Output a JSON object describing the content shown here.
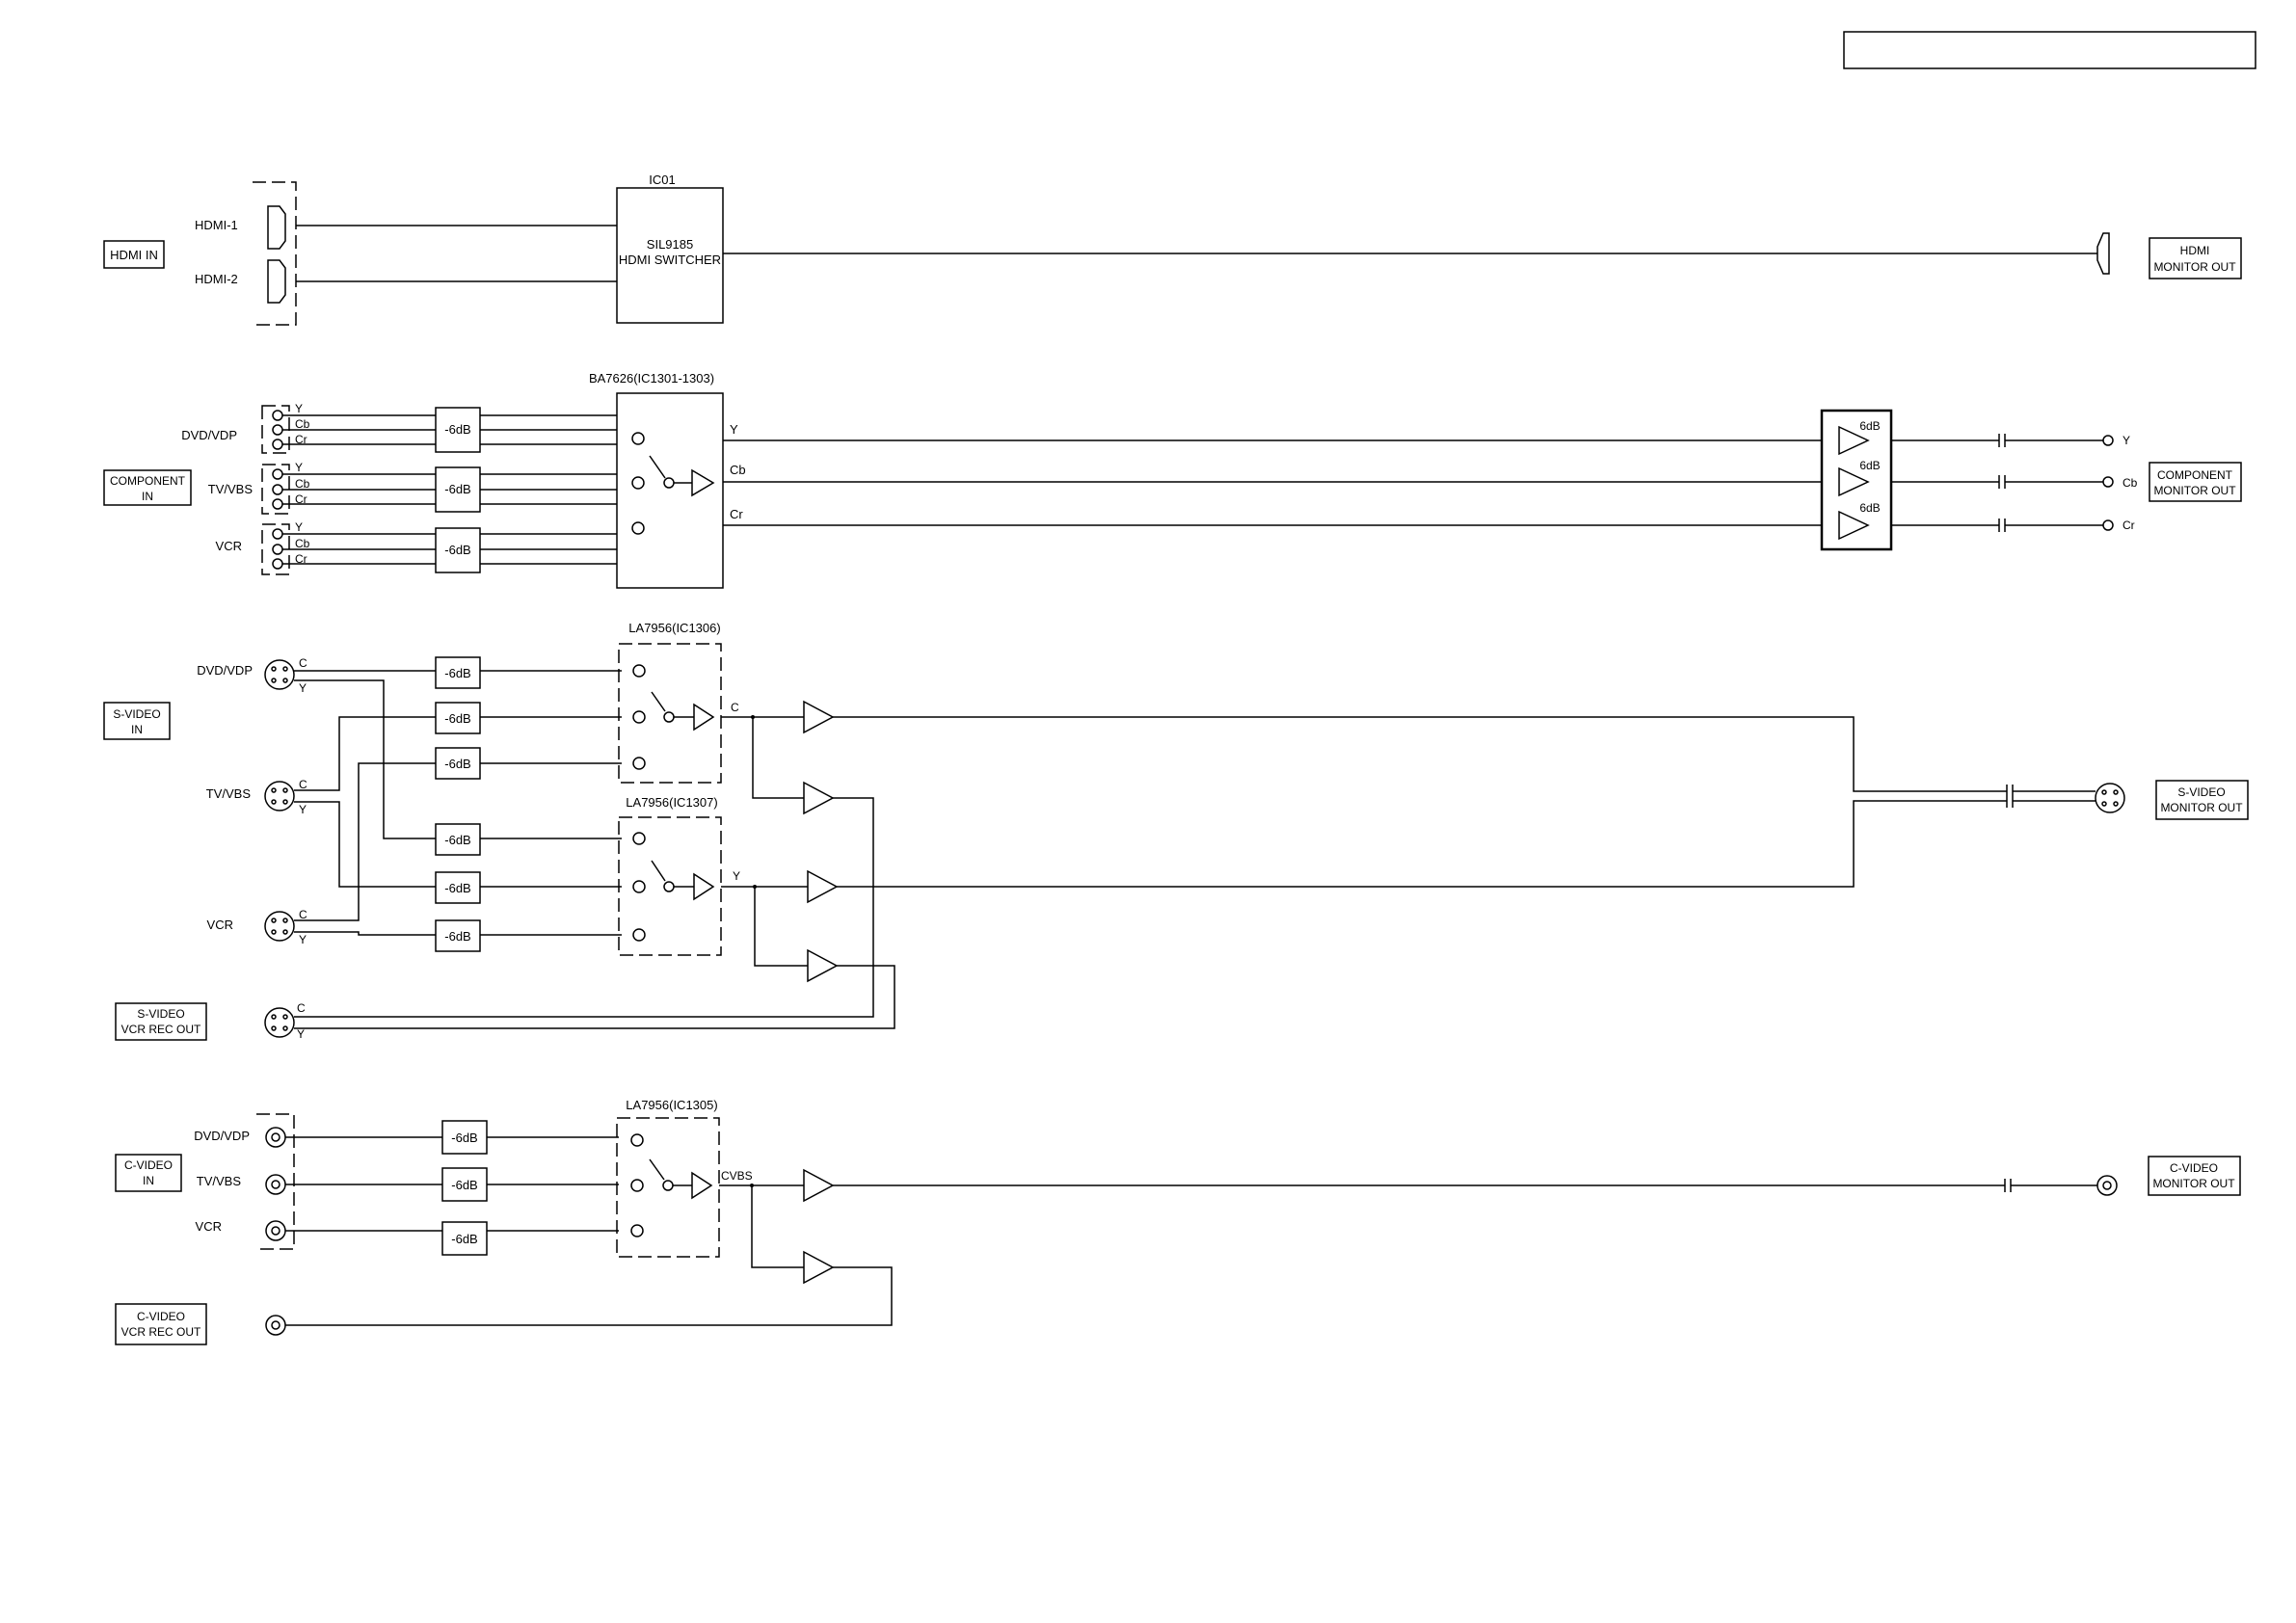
{
  "title_block": "",
  "hdmi": {
    "in_label": "HDMI IN",
    "inputs": [
      "HDMI-1",
      "HDMI-2"
    ],
    "ic_ref": "IC01",
    "ic_line1": "SIL9185",
    "ic_line2": "HDMI SWITCHER",
    "out_line1": "HDMI",
    "out_line2": "MONITOR OUT"
  },
  "component": {
    "in_line1": "COMPONENT",
    "in_line2": "IN",
    "sources": [
      "DVD/VDP",
      "TV/VBS",
      "VCR"
    ],
    "pins": [
      "Y",
      "Cb",
      "Cr"
    ],
    "attenuator": "-6dB",
    "ic_ref": "BA7626(IC1301-1303)",
    "outputs": [
      "Y",
      "Cb",
      "Cr"
    ],
    "amp_gain": "6dB",
    "out_line1": "COMPONENT",
    "out_line2": "MONITOR OUT",
    "jack_labels": [
      "Y",
      "Cb",
      "Cr"
    ]
  },
  "svideo": {
    "in_line1": "S-VIDEO",
    "in_line2": "IN",
    "sources": [
      "DVD/VDP",
      "TV/VBS",
      "VCR"
    ],
    "pin_c": "C",
    "pin_y": "Y",
    "attenuator": "-6dB",
    "ic_ref_c": "LA7956(IC1306)",
    "ic_ref_y": "LA7956(IC1307)",
    "out_c": "C",
    "out_y": "Y",
    "out_line1": "S-VIDEO",
    "out_line2": "MONITOR OUT",
    "rec_line1": "S-VIDEO",
    "rec_line2": "VCR REC OUT"
  },
  "cvideo": {
    "in_line1": "C-VIDEO",
    "in_line2": "IN",
    "sources": [
      "DVD/VDP",
      "TV/VBS",
      "VCR"
    ],
    "attenuator": "-6dB",
    "ic_ref": "LA7956(IC1305)",
    "out_label": "CVBS",
    "out_line1": "C-VIDEO",
    "out_line2": "MONITOR OUT",
    "rec_line1": "C-VIDEO",
    "rec_line2": "VCR REC OUT"
  }
}
